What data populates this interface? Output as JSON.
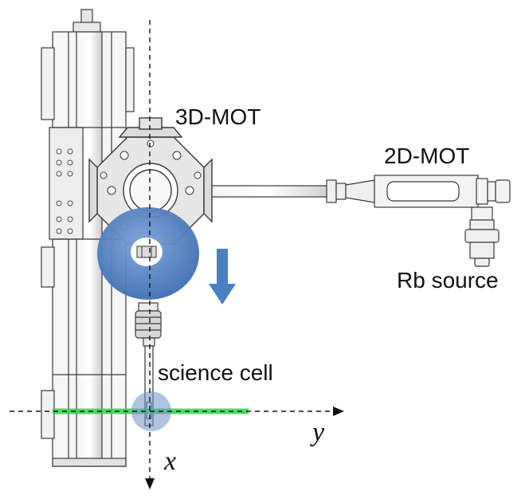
{
  "labels": {
    "mot3d": "3D-MOT",
    "mot2d": "2D-MOT",
    "rb_source": "Rb source",
    "science_cell": "science cell"
  },
  "axes": {
    "x": "x",
    "y": "y"
  },
  "colors": {
    "steel": "#e9e9e9",
    "outline": "#3a3a3a",
    "coil": "#4f7fc0",
    "arrow": "#4a7fc1",
    "beam": "#2fd64f",
    "spot": "#6f93c9"
  }
}
